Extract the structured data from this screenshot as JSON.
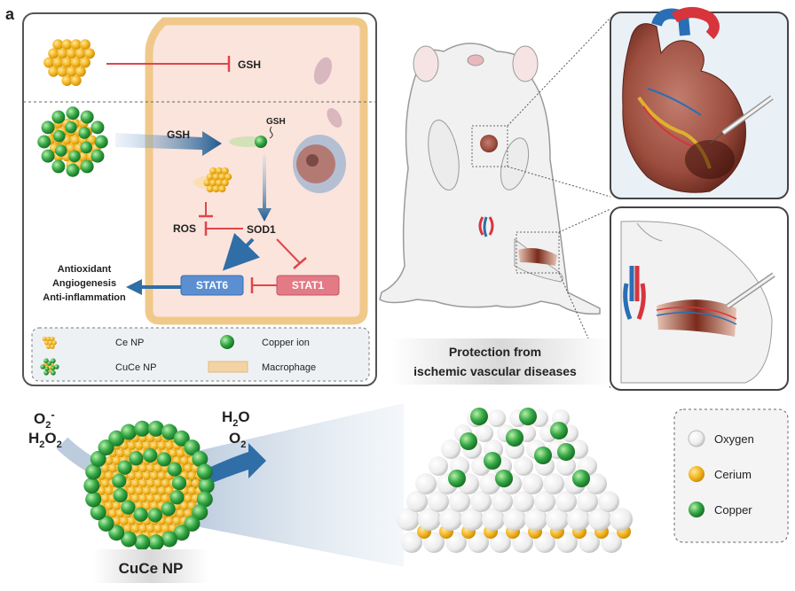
{
  "panel_letter": "a",
  "cell": {
    "gsh_top": "GSH",
    "gsh_arrow": "GSH",
    "gsh_small": "GSH",
    "ros": "ROS",
    "sod1": "SOD1",
    "stat6": "STAT6",
    "stat1": "STAT1",
    "outcomes": [
      "Antioxidant",
      "Angiogenesis",
      "Anti-inflammation"
    ]
  },
  "legend_cell": {
    "ce_np": "Ce NP",
    "cuce_np": "CuCe NP",
    "copper_ion": "Copper ion",
    "macrophage": "Macrophage"
  },
  "mouse_caption": [
    "Protection from",
    "ischemic vascular diseases"
  ],
  "nanoparticle": {
    "label": "CuCe NP",
    "inputs": {
      "o2_minus": "O",
      "o2_minus_sub": "2",
      "o2_minus_sup": "-",
      "h2o2": "H",
      "h2o2_sub1": "2",
      "h2o2_o": "O",
      "h2o2_sub2": "2"
    },
    "outputs": {
      "h2o": "H",
      "h2o_sub": "2",
      "h2o_o": "O",
      "o2": "O",
      "o2_sub": "2"
    }
  },
  "legend_lattice": {
    "oxygen": "Oxygen",
    "cerium": "Cerium",
    "copper": "Copper"
  },
  "colors": {
    "cell_fill": "#fbe4dc",
    "cell_border": "#f0c98a",
    "stat6": "#5b8fd1",
    "stat1": "#e27b86",
    "inhibit": "#e0454b",
    "arrow_blue": "#2f6ea7",
    "ce_gold": "#f1b21c",
    "cu_green": "#34a745",
    "oxygen_white": "#f4f4f4"
  }
}
